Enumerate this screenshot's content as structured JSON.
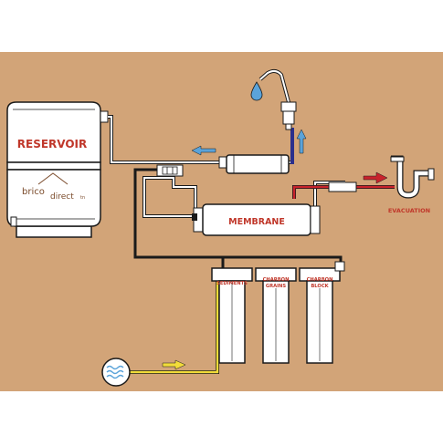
{
  "labels": {
    "reservoir": "RESERVOIR",
    "brand_left": "brico",
    "brand_right": "direct",
    "brand_suffix": "tn",
    "membrane": "MEMBRANE",
    "evacuation": "EVACUATION",
    "filter1": "SEDIMENTS",
    "filter2_line1": "CHARBON",
    "filter2_line2": "GRAINS",
    "filter3_line1": "CHARBON",
    "filter3_line2": "BLOCK"
  },
  "colors": {
    "background": "#d2a478",
    "outline": "#1a1a1a",
    "inlet_pipe": "#f2dc3a",
    "waste_pipe": "#c8232c",
    "faucet_pipe": "#2b2f8c",
    "arrow_blue": "#5ba3d9",
    "arrow_yellow": "#f2dc3a",
    "arrow_red": "#c8232c",
    "text_label": "#c0372a"
  },
  "icons": {
    "water_drop": "water-drop-icon",
    "water_source": "water-waves-icon",
    "drain": "sink-trap-icon"
  }
}
